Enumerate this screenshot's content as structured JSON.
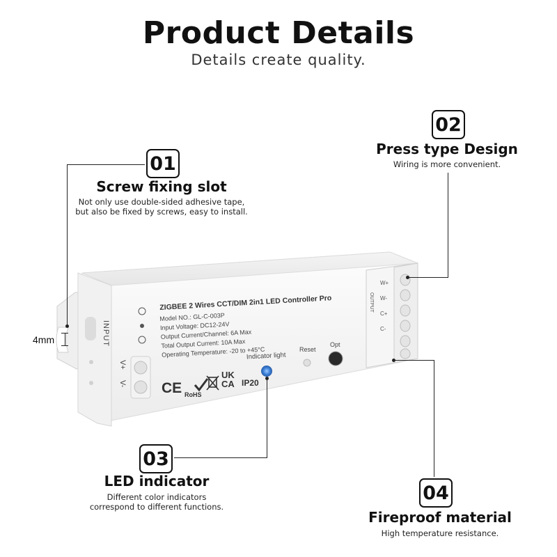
{
  "header": {
    "title": "Product Details",
    "subtitle": "Details create quality."
  },
  "features": [
    {
      "number": "01",
      "title": "Screw fixing slot",
      "desc_line1": "Not only use double-sided adhesive tape,",
      "desc_line2": "but also be fixed by screws, easy to install."
    },
    {
      "number": "02",
      "title": "Press type Design",
      "desc_line1": "Wiring is more convenient.",
      "desc_line2": ""
    },
    {
      "number": "03",
      "title": "LED indicator",
      "desc_line1": "Different color indicators",
      "desc_line2": "correspond to different functions."
    },
    {
      "number": "04",
      "title": "Fireproof material",
      "desc_line1": "High temperature resistance.",
      "desc_line2": ""
    }
  ],
  "dimension": {
    "label": "4mm"
  },
  "device": {
    "product_name": "ZIGBEE 2 Wires CCT/DIM 2in1 LED Controller Pro",
    "specs": [
      "Model NO.: GL-C-003P",
      "Input Voltage: DC12-24V",
      "Output Current/Channel:  6A Max",
      "Total Output Current:  10A Max",
      "Operating Temperature: -20 to +45°C"
    ],
    "input_label": "INPUT",
    "polarity_plus": "V+",
    "polarity_minus": "V-",
    "indicator_label": "Indicator light",
    "reset_label": "Reset",
    "opt_label": "Opt",
    "ip_rating": "IP20",
    "ce_mark": "CE",
    "rohs_mark": "RoHS",
    "ukca_line1": "UK",
    "ukca_line2": "CA",
    "output_label": "OUTPUT",
    "output_terminals": [
      "W+",
      "W-",
      "C+",
      "C-"
    ],
    "indicator_color": "#3b7fd6"
  }
}
